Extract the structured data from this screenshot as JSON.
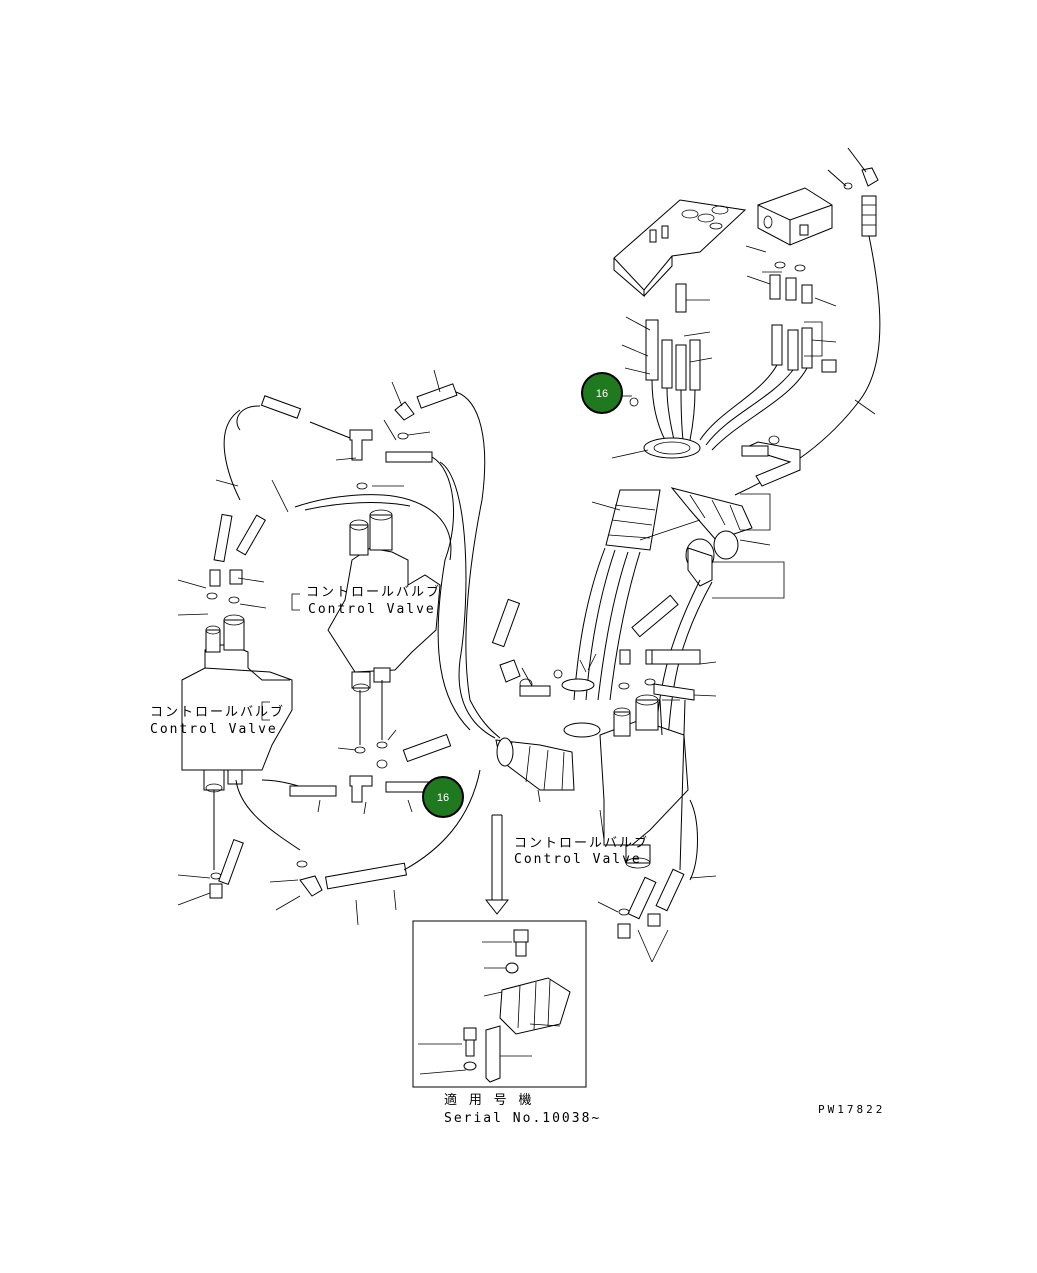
{
  "labels": {
    "cv_left_jp": "コントロールバルブ",
    "cv_left_en": "Control Valve",
    "cv_mid_jp": "コントロールバルブ",
    "cv_mid_en": "Control Valve",
    "cv_right_jp": "コントロールバルブ",
    "cv_right_en": "Control Valve",
    "serial_jp": "適 用 号 機",
    "serial_en": "Serial No.10038~",
    "drawing_no": "PW17822"
  },
  "callouts": [
    {
      "id": "callout-upper",
      "text": "16"
    },
    {
      "id": "callout-lower",
      "text": "16"
    }
  ],
  "colors": {
    "callout_fill": "#1f7a1f",
    "line": "#000000"
  }
}
